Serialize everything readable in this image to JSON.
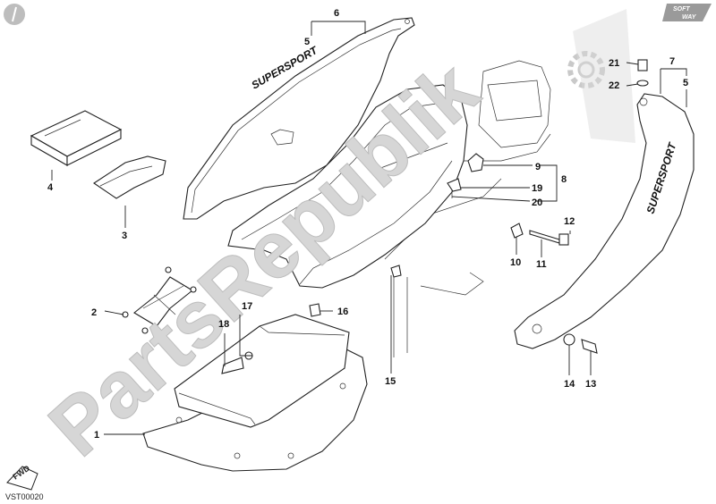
{
  "diagram": {
    "drawing_code": "VST00020",
    "fwd_label": "FWD",
    "brand_line1": "SOFT",
    "brand_line2": "WAY",
    "decal_text": "SUPERSPORT",
    "watermark": "PartsRepublik",
    "callouts": {
      "c1": "1",
      "c2": "2",
      "c3": "3",
      "c4": "4",
      "c5a": "5",
      "c5b": "5",
      "c6": "6",
      "c7": "7",
      "c8": "8",
      "c9": "9",
      "c10": "10",
      "c11": "11",
      "c12": "12",
      "c13": "13",
      "c14": "14",
      "c15": "15",
      "c16": "16",
      "c17": "17",
      "c18": "18",
      "c19": "19",
      "c20": "20",
      "c21": "21",
      "c22": "22"
    }
  }
}
